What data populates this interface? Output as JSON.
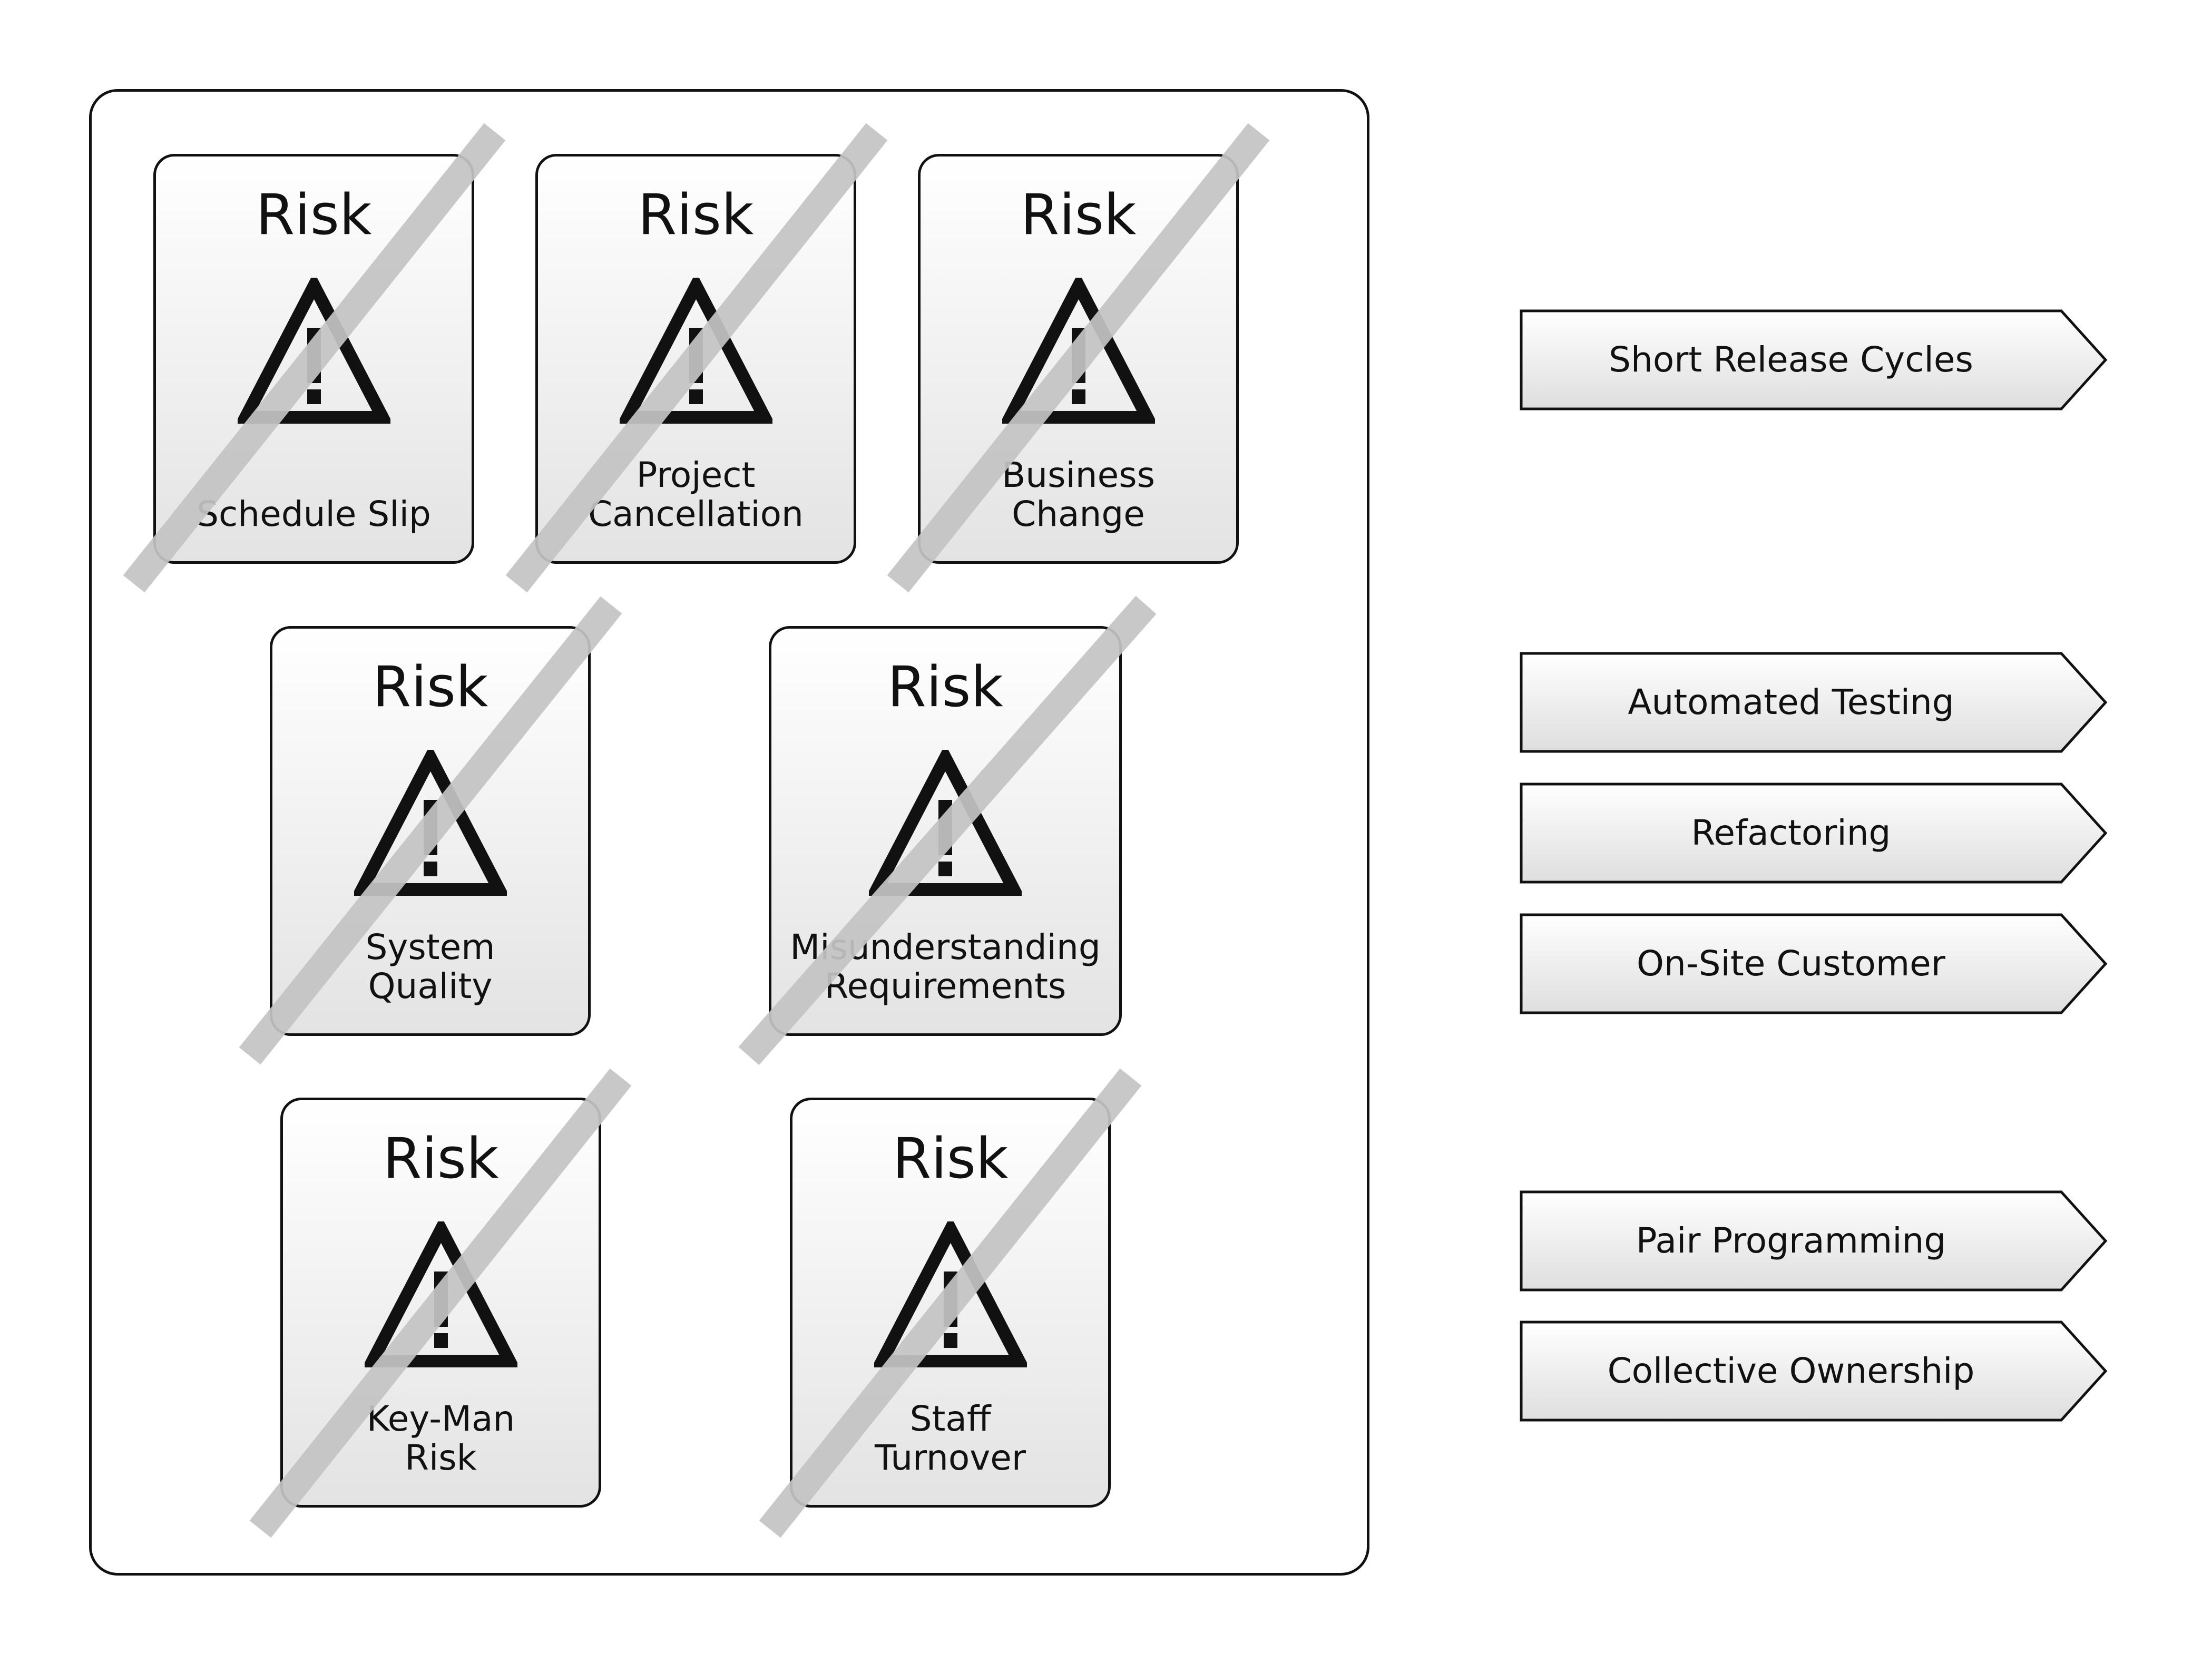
{
  "risks": [
    {
      "title": "Risk",
      "label": "Schedule Slip"
    },
    {
      "title": "Risk",
      "label": "Project\nCancellation"
    },
    {
      "title": "Risk",
      "label": "Business\nChange"
    },
    {
      "title": "Risk",
      "label": "System\nQuality"
    },
    {
      "title": "Risk",
      "label": "Misunderstanding\nRequirements"
    },
    {
      "title": "Risk",
      "label": "Key-Man\nRisk"
    },
    {
      "title": "Risk",
      "label": "Staff\nTurnover"
    }
  ],
  "practices": [
    {
      "label": "Short Release Cycles"
    },
    {
      "label": "Automated Testing"
    },
    {
      "label": "Refactoring"
    },
    {
      "label": "On-Site Customer"
    },
    {
      "label": "Pair Programming"
    },
    {
      "label": "Collective Ownership"
    }
  ],
  "colors": {
    "outline": "#111111",
    "strike": "#c4c4c4",
    "card_top": "#ffffff",
    "card_bottom": "#e3e3e3"
  },
  "icons": {
    "card_icon": "warning-triangle-icon",
    "strike_mark": "diagonal-strike"
  }
}
